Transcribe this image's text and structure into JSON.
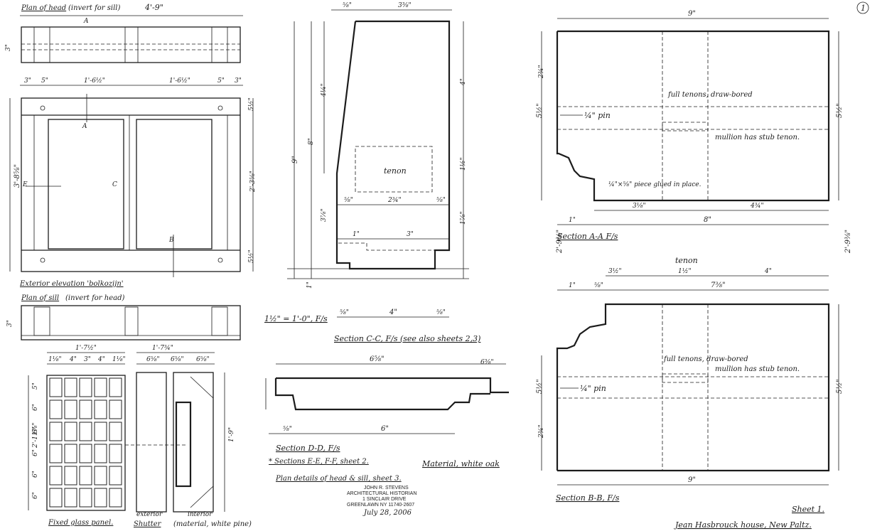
{
  "sheet_number_mark": "1",
  "top_left": {
    "plan_head_title": "Plan of head",
    "plan_head_note": "(invert for sill)",
    "overall_width": "4'-9\"",
    "dims_head_row": [
      "3\"",
      "5\"",
      "1'-6½\"",
      "1'-6½\"",
      "5\"",
      "3\""
    ],
    "dim_head_height": "3\"",
    "section_mark_a": "A",
    "section_mark_b": "B",
    "section_mark_e": "E",
    "section_mark_c": "C",
    "elevation_height": "3'-8⅝\"",
    "elevation_dims_right": [
      "5½\"",
      "2'-3⅝\"",
      "5½\""
    ],
    "elevation_title": "Exterior elevation 'bolkozijn'",
    "plan_sill_title": "Plan of sill",
    "plan_sill_note": "(invert for head)",
    "sill_height": "3\""
  },
  "glass_panel": {
    "width": "1'-7½\"",
    "column_dims": [
      "1⅛\"",
      "4\"",
      "3\"",
      "4\"",
      "1⅛\""
    ],
    "height": "2'-11⅜\"",
    "row_dims": [
      "5\"",
      "6\"",
      "6\"",
      "6\"",
      "6\"",
      "6\""
    ],
    "title": "Fixed glass panel."
  },
  "shutter": {
    "width": "1'-7¾\"",
    "dims": [
      "6⅝\"",
      "6⅝\"",
      "6⅝\""
    ],
    "height": "1'-9\"",
    "label_exterior": "exterior",
    "label_interior": "interior",
    "title": "Shutter",
    "note": "(material, white pine)"
  },
  "section_cc": {
    "top_dims": [
      "⅝\"",
      "3⅜\""
    ],
    "left_dims": [
      "9\"",
      "8\"",
      "4¼\"",
      "3⅞\"",
      "1\""
    ],
    "right_dims": [
      "4\"",
      "1½\"",
      "1⅞\""
    ],
    "tenon": "tenon",
    "tenon_dims": [
      "⅝\"",
      "2¾\"",
      "⅝\""
    ],
    "bottom_dims": [
      "1\"",
      "3\""
    ],
    "base_dims": [
      "⅝\"",
      "4\"",
      "⅝\""
    ],
    "scale_note": "1½\" = 1'-0\", F/s",
    "title": "Section C-C, F/s (see also sheets 2,3)"
  },
  "section_dd": {
    "overall": "6⅝\"",
    "right_dim": "6⅜\"",
    "bottom": "6\"",
    "left": "⅝\"",
    "title": "Section D-D, F/s",
    "note1": "* Sections E-E, F-F, sheet 2.",
    "note2": "Plan details of head & sill, sheet 3.",
    "material": "Material, white oak"
  },
  "stamp": {
    "name": "JOHN R. STEVENS",
    "title": "ARCHITECTURAL HISTORIAN",
    "address1": "1 SINCLAIR DRIVE",
    "address2": "GREENLAWN NY 11740-2607",
    "date": "July 28, 2006"
  },
  "section_aa": {
    "width": "9\"",
    "height_left": "5½\"",
    "height_top": "2¾\"",
    "pin": "¼\" pin",
    "full_tenons": "full tenons, draw-bored",
    "mullion": "mullion has stub tenon.",
    "glued": "¼\"×⅝\" piece glued in place.",
    "bottom_dims": [
      "1\"",
      "3⅛\"",
      "4¾\"",
      "8\""
    ],
    "title": "Section A-A F/s"
  },
  "section_bb": {
    "overall_height": "2'-9⅜\"",
    "tenon": "tenon",
    "dims_top": [
      "3½\"",
      "1½\"",
      "4\""
    ],
    "dims_row": [
      "1\"",
      "⅝\"",
      "7⅜\""
    ],
    "full_tenons": "full tenons, draw-bored",
    "mullion": "mullion has stub tenon.",
    "pin": "¼\" pin",
    "height_left": "5½\"",
    "height_low": "2¾\"",
    "width": "9\"",
    "title": "Section B-B, F/s"
  },
  "footer": {
    "sheet": "Sheet 1.",
    "project": "Jean Hasbrouck house, New Paltz."
  }
}
